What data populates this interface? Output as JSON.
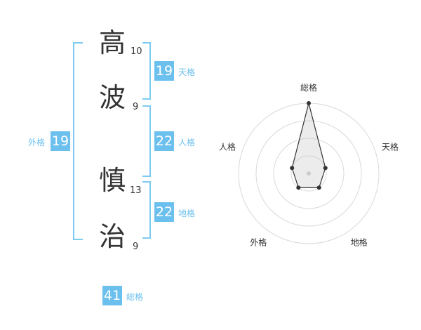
{
  "name": {
    "chars": [
      {
        "char": "高",
        "strokes": "10"
      },
      {
        "char": "波",
        "strokes": "9"
      },
      {
        "char": "慎",
        "strokes": "13"
      },
      {
        "char": "治",
        "strokes": "9"
      }
    ]
  },
  "scores": {
    "tenkaku": {
      "value": "19",
      "label": "天格"
    },
    "jinkaku": {
      "value": "22",
      "label": "人格"
    },
    "chikaku": {
      "value": "22",
      "label": "地格"
    },
    "gaikaku": {
      "value": "19",
      "label": "外格"
    },
    "soukaku": {
      "value": "41",
      "label": "総格"
    }
  },
  "chart_data": {
    "type": "radar",
    "axes": [
      "総格",
      "天格",
      "地格",
      "外格",
      "人格"
    ],
    "values": [
      4,
      1,
      1,
      1,
      1
    ],
    "max": 4,
    "rings": 4
  }
}
